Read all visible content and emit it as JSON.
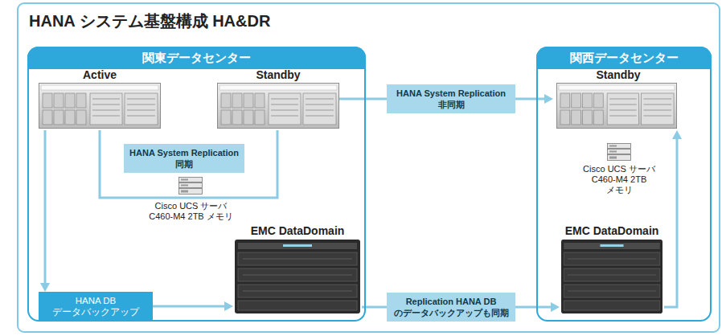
{
  "diagram": {
    "title": "HANA システム基盤構成 HA&DR",
    "nodes": [
      {
        "text": [
          "関東データセンター"
        ]
      },
      {
        "text": [
          "Active"
        ],
        "in": 0
      },
      {
        "text": [
          "Standby"
        ],
        "in": 0
      },
      {
        "text": [
          "Cisco UCS サーバ C460-M4 2TB メモリ"
        ],
        "in": 0
      },
      {
        "text": [
          "EMC DataDomain"
        ],
        "in": 0
      },
      {
        "text": [
          "HANA DB データバックアップ"
        ],
        "in": 0
      },
      {
        "text": [
          "関西データセンター"
        ]
      },
      {
        "text": [
          "Standby"
        ],
        "in": 6
      },
      {
        "text": [
          "Cisco UCS サーバ C460-M4 2TB メモリ"
        ],
        "in": 6
      },
      {
        "text": [
          "EMC DataDomain"
        ],
        "in": 6
      }
    ],
    "edges": [
      {
        "from": 1,
        "to": 5,
        "arrow": "to"
      },
      {
        "from": 1,
        "to": 2,
        "label": "HANA System Replication 同期",
        "arrow": "none"
      },
      {
        "from": 5,
        "to": 4,
        "arrow": "to"
      },
      {
        "from": 2,
        "to": 7,
        "label": "HANA System Replication 非同期",
        "arrow": "to"
      },
      {
        "from": 4,
        "to": 9,
        "label": "Replication HANA DB のデータバックアップも同期",
        "arrow": "to"
      },
      {
        "from": 9,
        "to": 7,
        "arrow": "to"
      }
    ]
  }
}
